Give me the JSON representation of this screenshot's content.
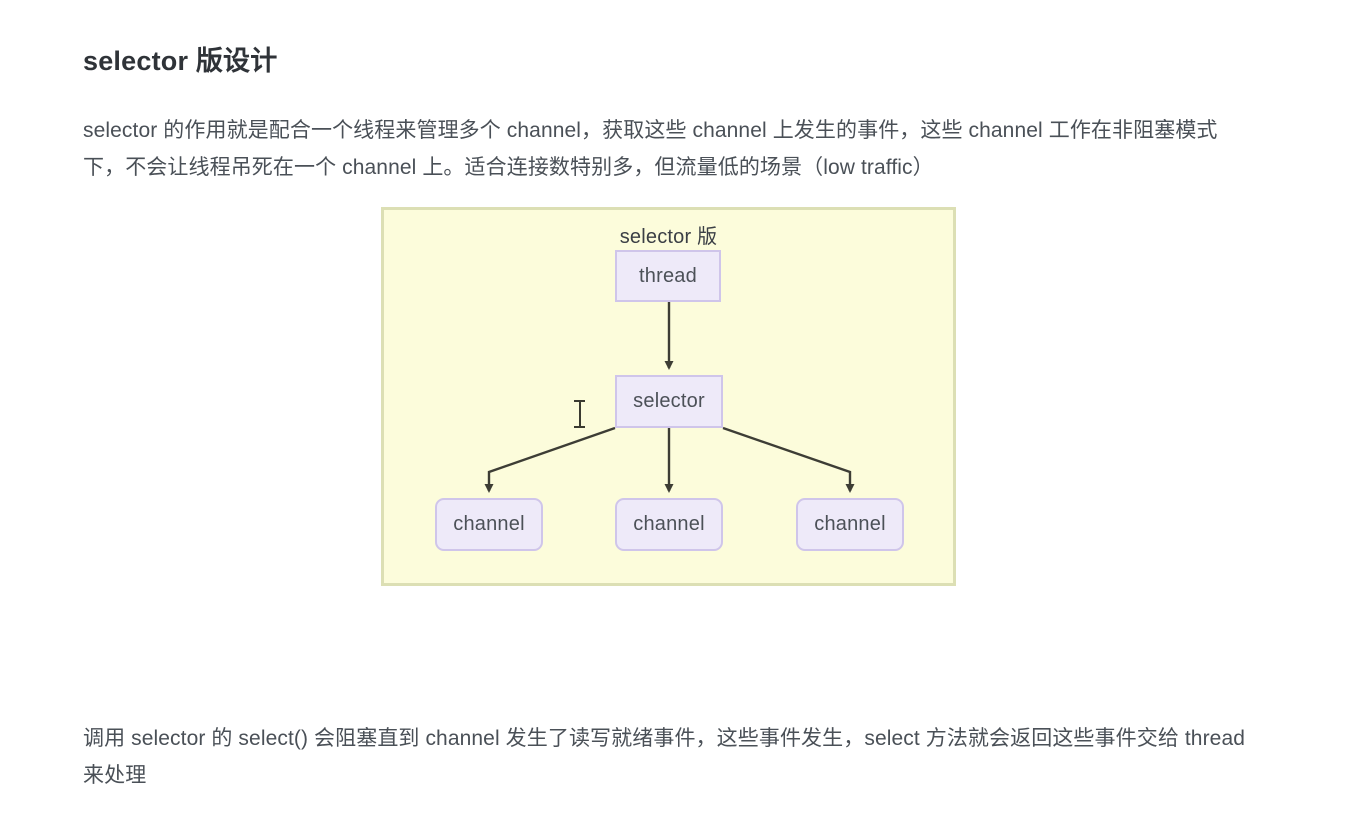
{
  "document": {
    "title": "selector 版设计",
    "paragraphs": {
      "intro": "selector 的作用就是配合一个线程来管理多个 channel，获取这些 channel 上发生的事件，这些 channel 工作在非阻塞模式下，不会让线程吊死在一个 channel 上。适合连接数特别多，但流量低的场景（low traffic）",
      "outro": "调用 selector 的 select() 会阻塞直到 channel 发生了读写就绪事件，这些事件发生，select 方法就会返回这些事件交给 thread 来处理"
    }
  },
  "diagram": {
    "title": "selector 版",
    "nodes": {
      "thread": "thread",
      "selector": "selector",
      "channels": [
        "channel",
        "channel",
        "channel"
      ]
    },
    "colors": {
      "panel_background": "#fcfcdb",
      "panel_border": "#dcdfb4",
      "node_fill": "#eeeaf9",
      "node_border": "#cfc5ea",
      "edge": "#3d3d35",
      "text": "#4c5158"
    }
  }
}
